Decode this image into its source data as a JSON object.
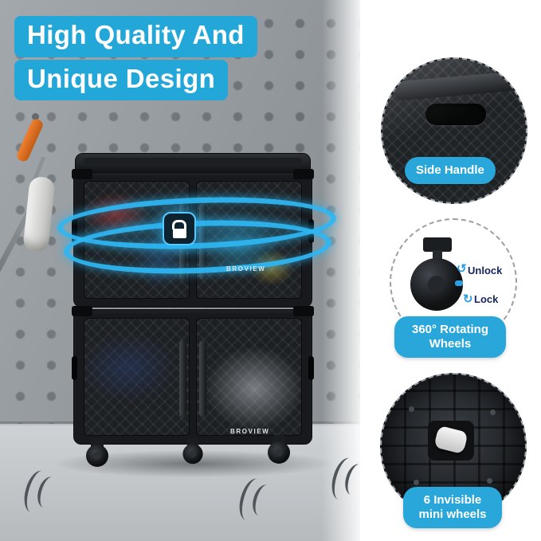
{
  "banner": {
    "line1": "High Quality And",
    "line2": "Unique Design"
  },
  "product": {
    "brand_upper": "BROVIEW",
    "brand_lower": "BROVIEW"
  },
  "callouts": {
    "side_handle": {
      "label": "Side Handle"
    },
    "rotating_wheels": {
      "label": "360° Rotating Wheels",
      "unlock_label": "Unlock",
      "lock_label": "Lock"
    },
    "mini_wheels": {
      "label": "6 Invisible mini wheels"
    }
  },
  "icons": {
    "lock_icon": "padlock",
    "rotate_up_icon": "↺",
    "rotate_down_icon": "↻"
  },
  "colors": {
    "accent_cyan": "#23a7d8",
    "glow_blue": "#2eb6f2",
    "label_navy": "#16255c"
  }
}
